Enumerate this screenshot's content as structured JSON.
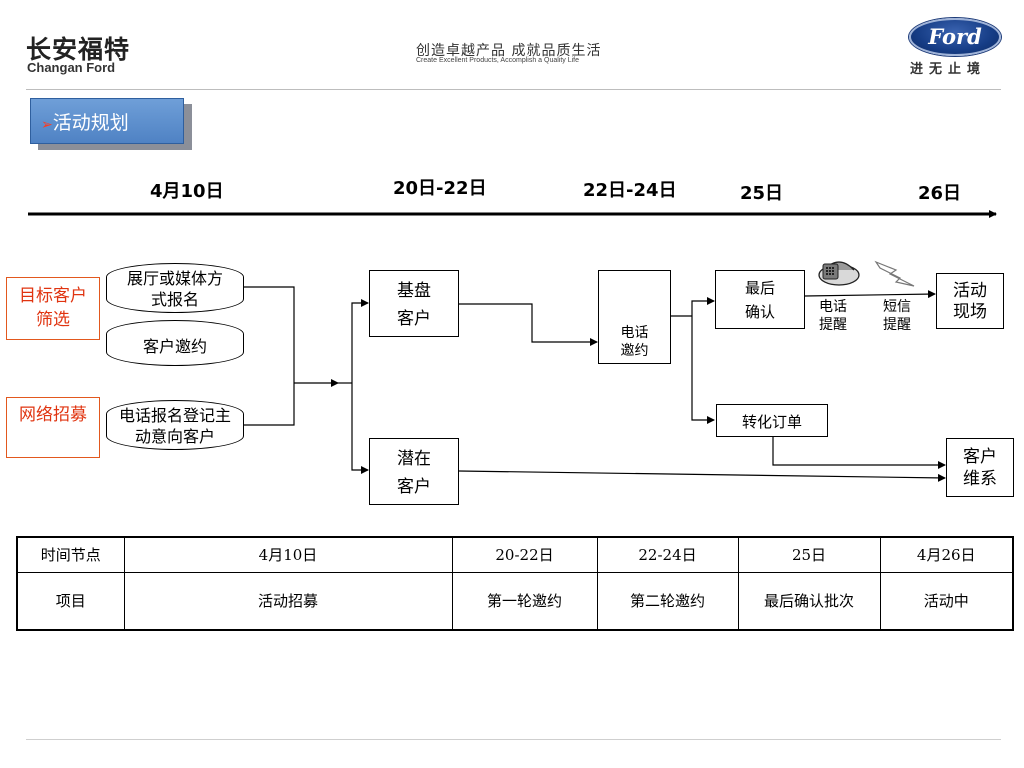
{
  "header": {
    "brand_cn": "长安福特",
    "brand_en": "Changan Ford",
    "slogan_cn": "创造卓越产品  成就品质生活",
    "slogan_en": "Create Excellent Products, Accomplish a Quality Life",
    "ford_logo": "Ford",
    "ford_tagline": "进无止境"
  },
  "title": {
    "bullet": "➢",
    "text": "活动规划"
  },
  "timeline": {
    "dates": [
      "4月10日",
      "20日-22日",
      "22日-24日",
      "25日",
      "26日"
    ]
  },
  "flow": {
    "target_screening": "目标客户筛选",
    "online_recruit": "网络招募",
    "showroom_media": "展厅或媒体方式报名",
    "customer_invite": "客户邀约",
    "phone_register": "电话报名登记主动意向客户",
    "base_customer": "基盘客户",
    "potential_customer": "潜在客户",
    "phone_invite": "电话邀约",
    "final_confirm": "最后确认",
    "phone_remind": "电话提醒",
    "sms_remind": "短信提醒",
    "event_site": "活动现场",
    "convert_order": "转化订单",
    "customer_maintain": "客户维系"
  },
  "table": {
    "header": [
      "时间节点",
      "4月10日",
      "20-22日",
      "22-24日",
      "25日",
      "4月26日"
    ],
    "row": [
      "项目",
      "活动招募",
      "第一轮邀约",
      "第二轮邀约",
      "最后确认批次",
      "活动中"
    ]
  }
}
